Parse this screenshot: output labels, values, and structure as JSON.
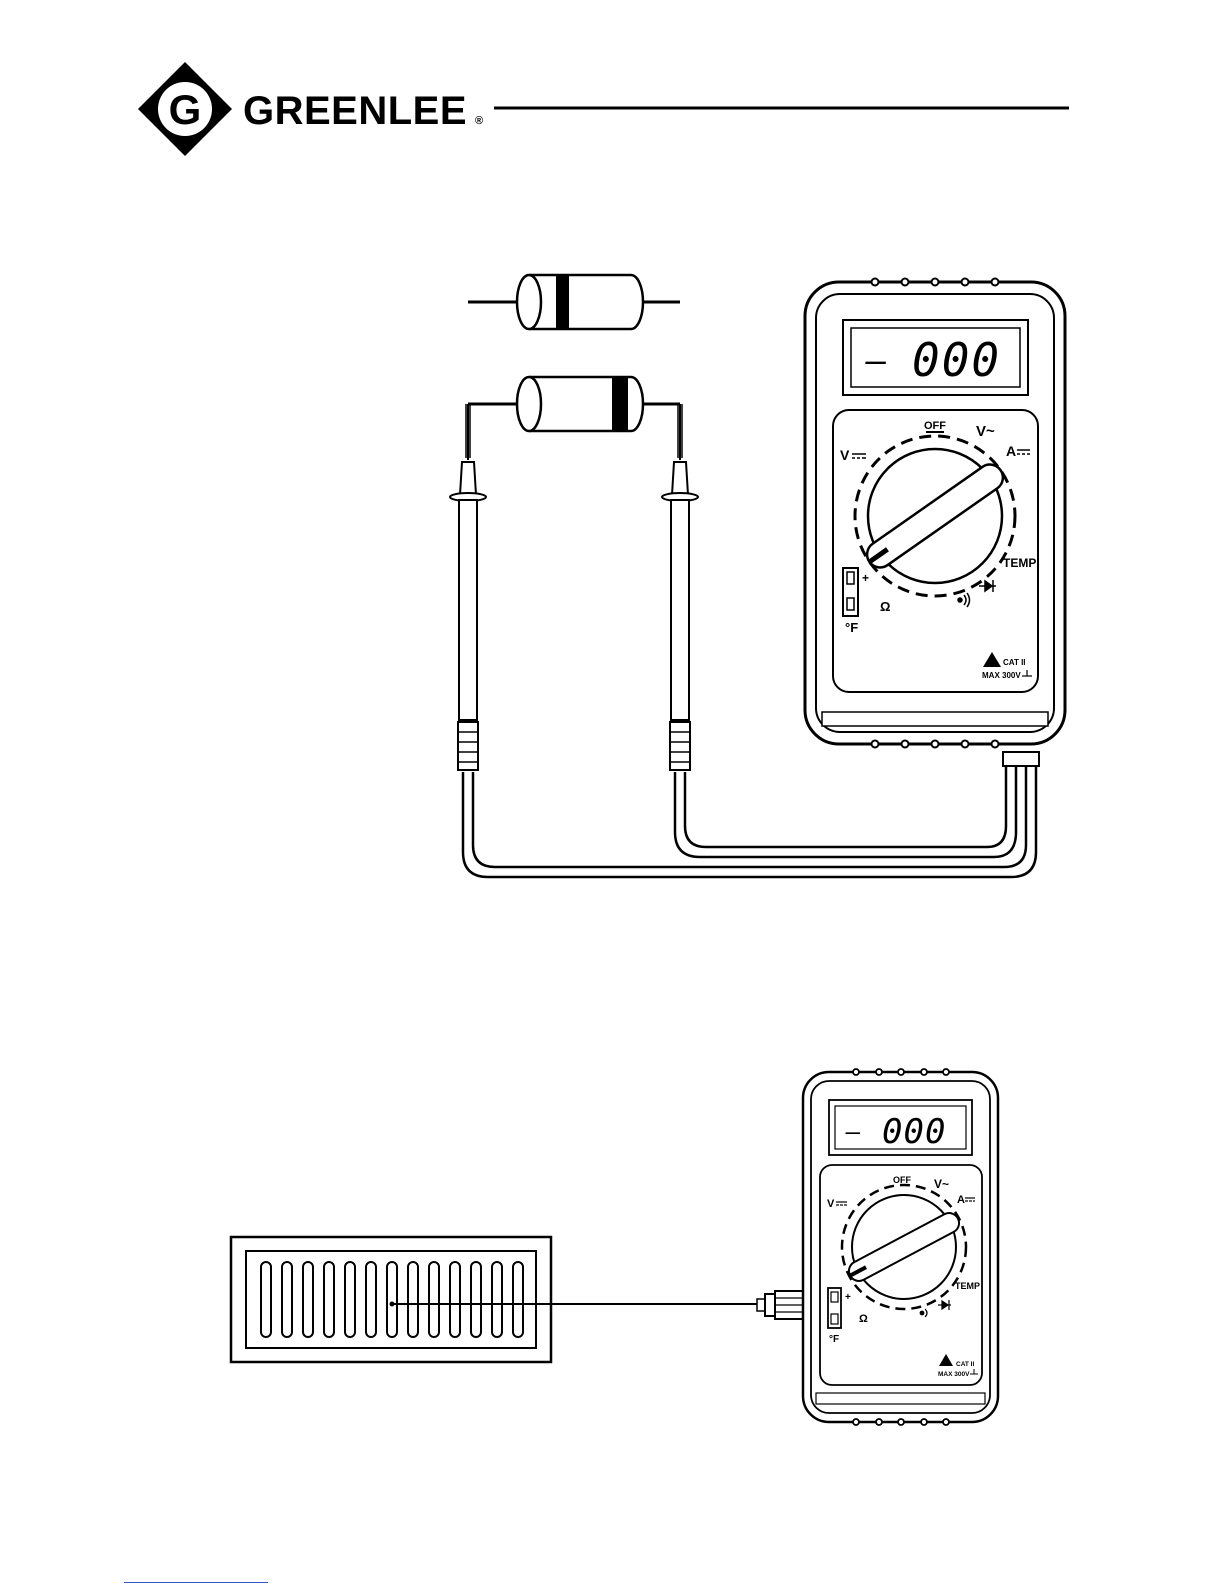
{
  "brand": {
    "logo_letter": "G",
    "name": "GREENLEE",
    "registered_mark": "®"
  },
  "meters": [
    {
      "display": {
        "sign": "–",
        "digits": "000"
      },
      "dial": {
        "off": "OFF",
        "vac": "V~",
        "vdc": "V",
        "adc": "A",
        "temp": "TEMP",
        "ohm": "Ω",
        "deg_f": "°F",
        "plus": "+"
      },
      "rating": {
        "cat": "CAT II",
        "max": "MAX 300V"
      }
    },
    {
      "display": {
        "sign": "–",
        "digits": "000"
      },
      "dial": {
        "off": "OFF",
        "vac": "V~",
        "vdc": "V",
        "adc": "A",
        "temp": "TEMP",
        "ohm": "Ω",
        "deg_f": "°F",
        "plus": "+"
      },
      "rating": {
        "cat": "CAT II",
        "max": "MAX 300V"
      }
    }
  ],
  "colors": {
    "ink": "#000000",
    "paper": "#ffffff",
    "link": "#3355cc"
  }
}
